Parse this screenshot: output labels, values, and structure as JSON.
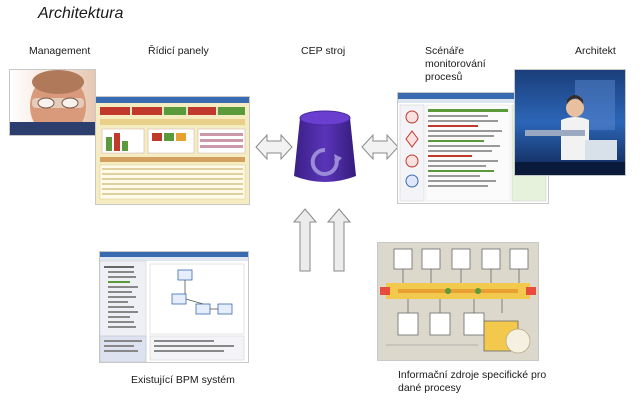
{
  "title": "Architektura",
  "labels": {
    "management": "Management",
    "dashboards": "Řídicí panely",
    "cep_engine": "CEP stroj",
    "scenarios": [
      "Scénáře",
      "monitorování",
      "procesů"
    ],
    "architect": "Architekt",
    "bpm_system": "Existující BPM systém",
    "info_sources": [
      "Informační zdroje specifické pro",
      "dané procesy"
    ]
  },
  "colors": {
    "cylinder": "#4a2aa0",
    "cylinder_top": "#6a3fd0",
    "arrow_fill": "#ececec",
    "arrow_stroke": "#8a8a8a",
    "dashboard_red": "#c0392b",
    "dashboard_green": "#5a9a3a",
    "window_blue": "#3a6ab0",
    "info_yellow": "#f2c94c"
  }
}
